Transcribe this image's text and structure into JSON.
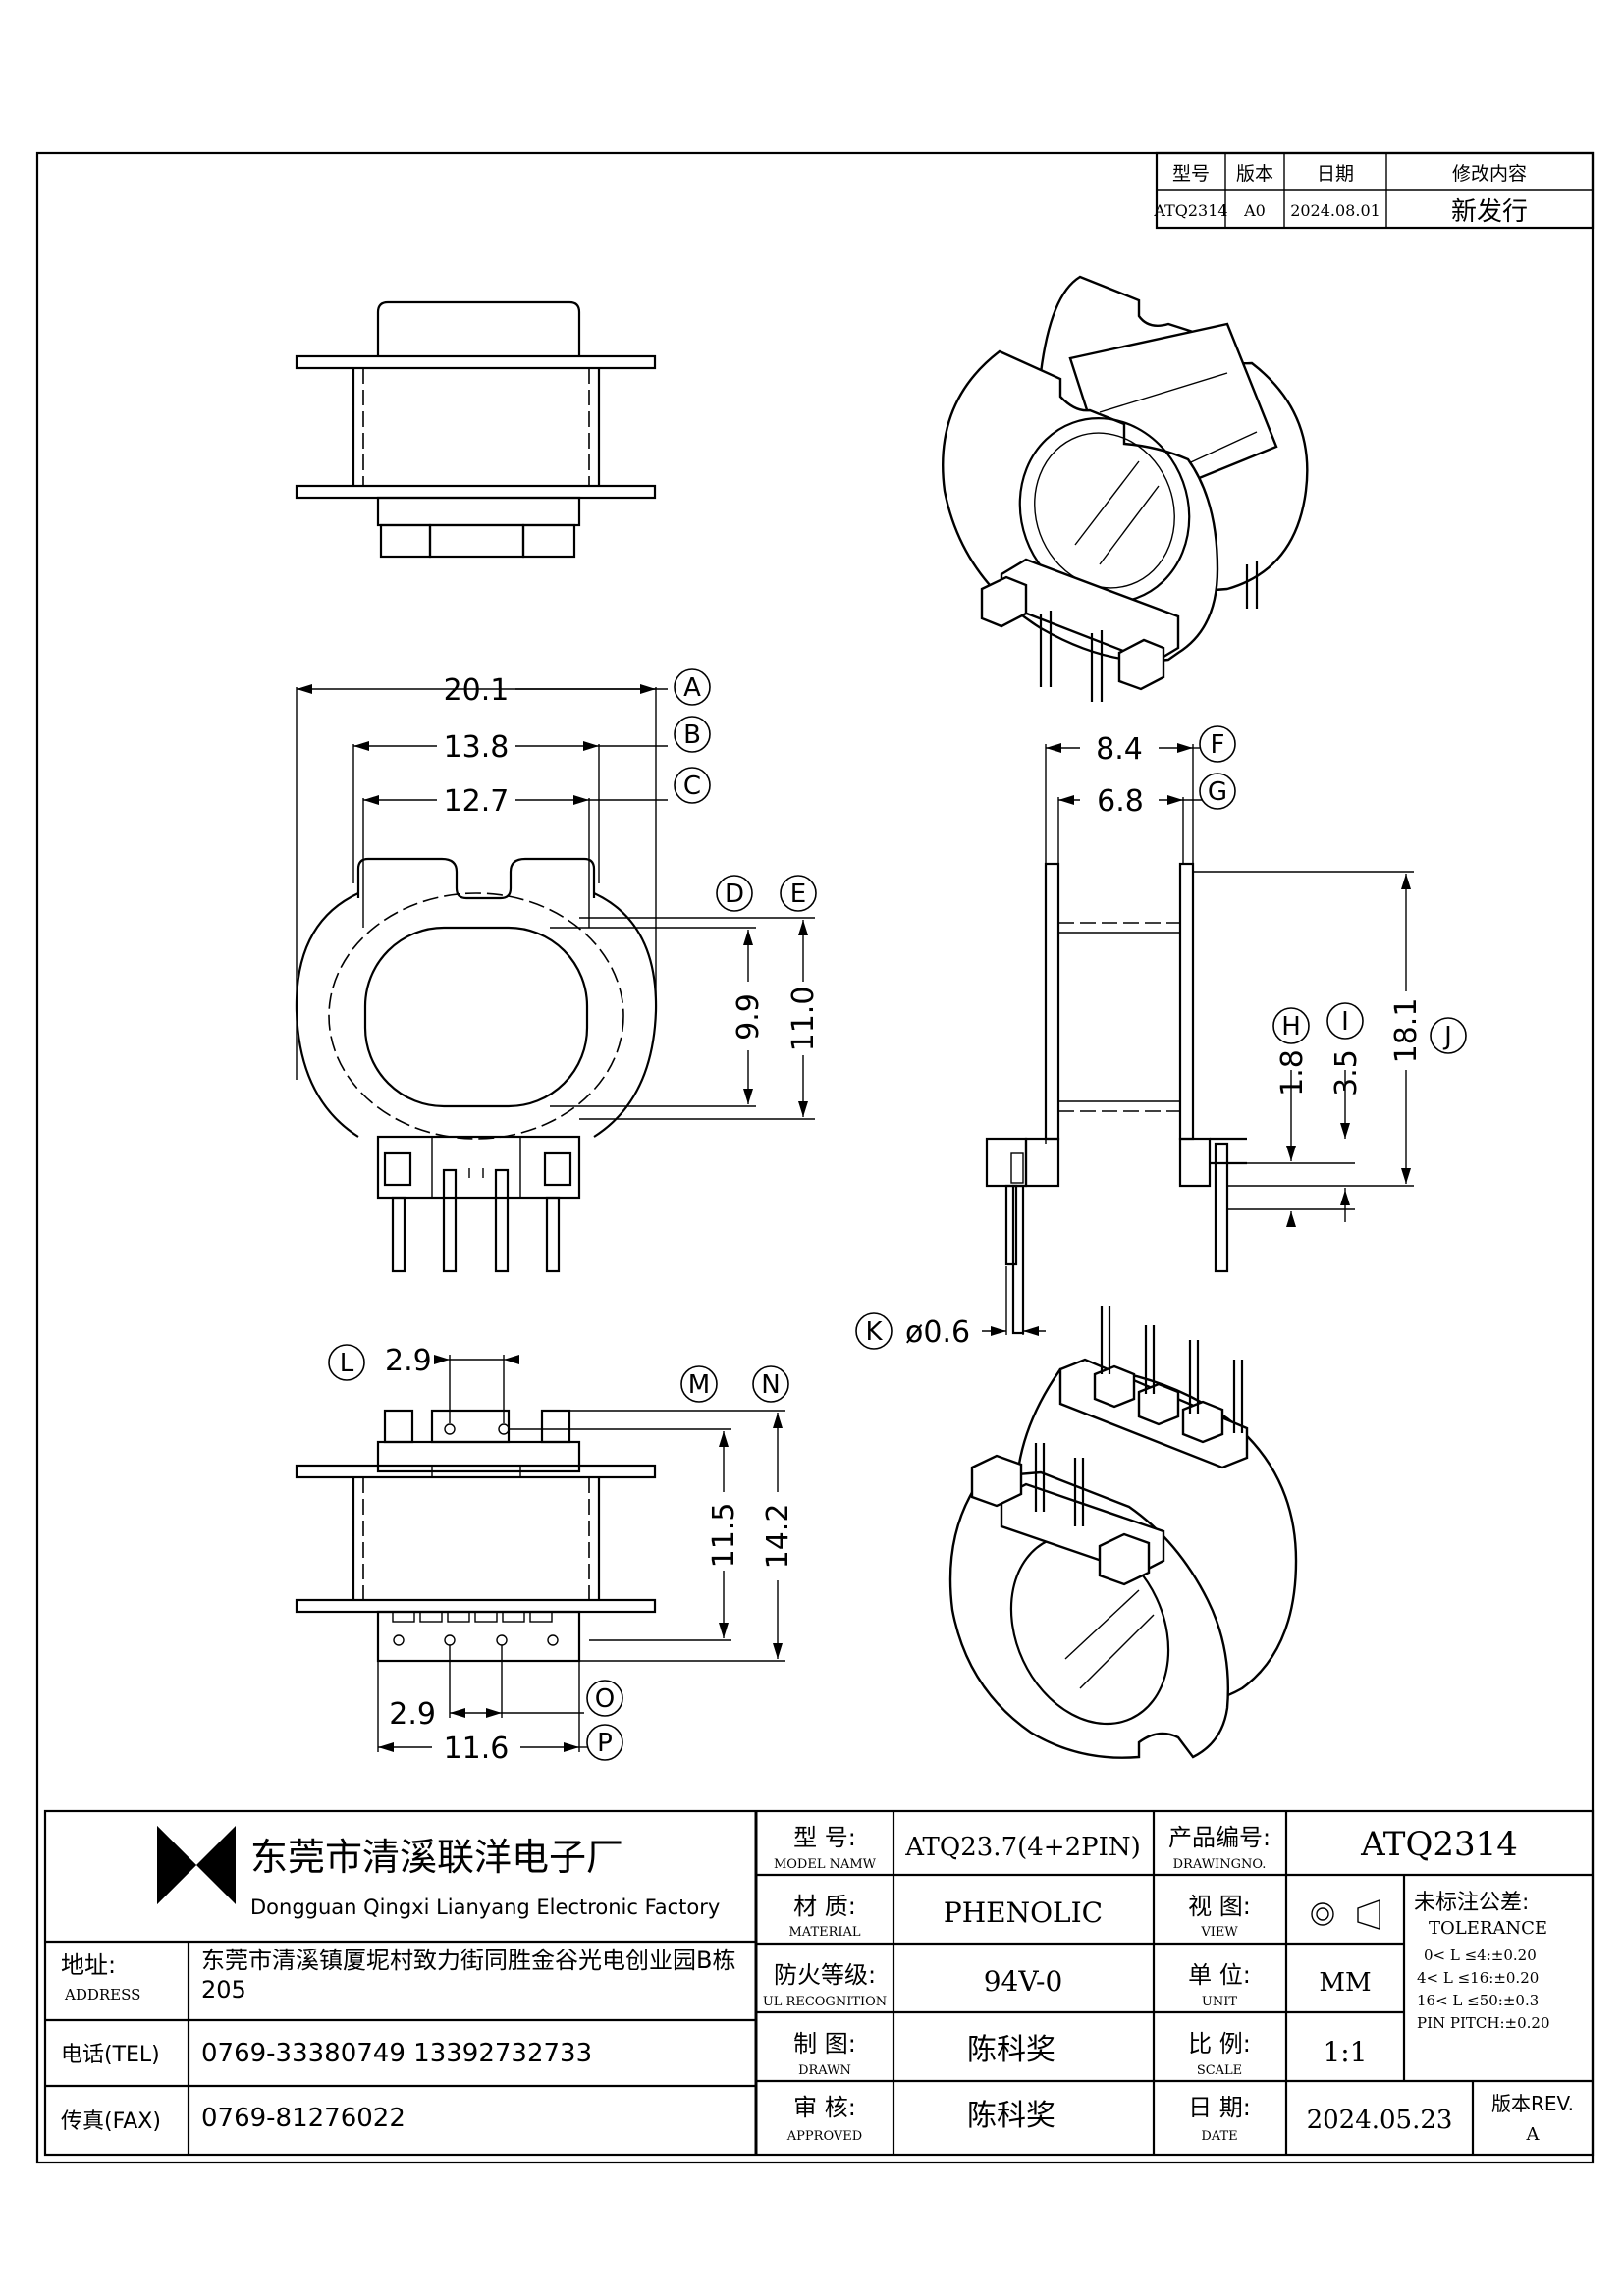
{
  "revision_table": {
    "headers": [
      "型号",
      "版本",
      "日期",
      "修改内容"
    ],
    "row": [
      "ATQ2314",
      "A0",
      "2024.08.01",
      "新发行"
    ]
  },
  "dimensions": {
    "A": "20.1",
    "B": "13.8",
    "C": "12.7",
    "D": "9.9",
    "E": "11.0",
    "F": "8.4",
    "G": "6.8",
    "H": "1.8",
    "I": "3.5",
    "J": "18.1",
    "K": "ø0.6",
    "L": "2.9",
    "M": "11.5",
    "N": "14.2",
    "O": "2.9",
    "P": "11.6"
  },
  "bubbles": [
    "A",
    "B",
    "C",
    "D",
    "E",
    "F",
    "G",
    "H",
    "I",
    "J",
    "K",
    "L",
    "M",
    "N",
    "O",
    "P"
  ],
  "company": {
    "name_cn": "东莞市清溪联洋电子厂",
    "name_en": "Dongguan Qingxi Lianyang Electronic Factory"
  },
  "contact": {
    "address_label_cn": "地址:",
    "address_label_en": "ADDRESS",
    "address_line1": "东莞市清溪镇厦坭村致力街同胜金谷光电创业园B栋",
    "address_line2": "205",
    "tel_label": "电话(TEL)",
    "tel_value": "0769-33380749   13392732733",
    "fax_label": "传真(FAX)",
    "fax_value": "0769-81276022"
  },
  "title_block": {
    "model_label_cn": "型 号:",
    "model_label_en": "MODEL NAMW",
    "model_value": "ATQ23.7(4+2PIN)",
    "drawing_no_label_cn": "产品编号:",
    "drawing_no_label_en": "DRAWINGNO.",
    "drawing_no_value": "ATQ2314",
    "material_label_cn": "材 质:",
    "material_label_en": "MATERIAL",
    "material_value": "PHENOLIC",
    "view_label_cn": "视 图:",
    "view_label_en": "VIEW",
    "ul_label_cn": "防火等级:",
    "ul_label_en": "UL RECOGNITION",
    "ul_value": "94V-0",
    "unit_label_cn": "单 位:",
    "unit_label_en": "UNIT",
    "unit_value": "MM",
    "drawn_label_cn": "制 图:",
    "drawn_label_en": "DRAWN",
    "drawn_value": "陈科奖",
    "scale_label_cn": "比 例:",
    "scale_label_en": "SCALE",
    "scale_value": "1:1",
    "approved_label_cn": "审 核:",
    "approved_label_en": "APPROVED",
    "approved_value": "陈科奖",
    "date_label_cn": "日 期:",
    "date_label_en": "DATE",
    "date_value": "2024.05.23",
    "rev_label": "版本REV.",
    "rev_value": "A"
  },
  "tolerance": {
    "label_cn": "未标注公差:",
    "label_en": "TOLERANCE",
    "lines": [
      "0< L ≤4:±0.20",
      "4< L ≤16:±0.20",
      "16< L ≤50:±0.3",
      "PIN PITCH:±0.20"
    ]
  }
}
